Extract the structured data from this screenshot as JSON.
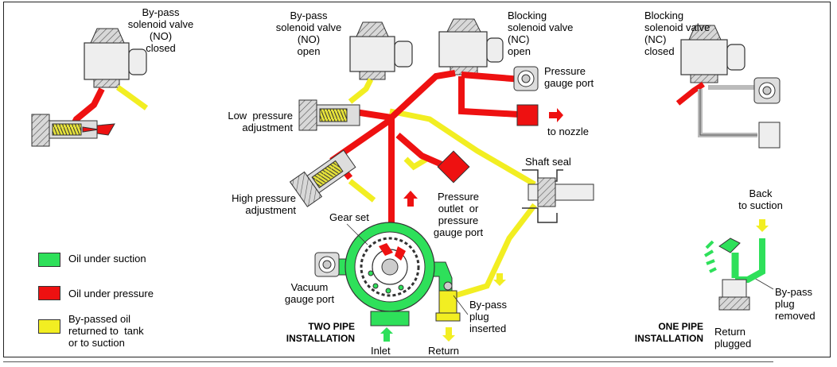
{
  "colors": {
    "suction": "#2ee05a",
    "pressure": "#ee1111",
    "bypass": "#f2ee22",
    "metal": "#cfcfcf",
    "outline": "#333333"
  },
  "labels": {
    "bypass_closed": "By-pass\nsolenoid valve\n(NO)\nclosed",
    "bypass_open": "By-pass\nsolenoid valve\n(NO)\nopen",
    "blocking_open": "Blocking\nsolenoid valve\n(NC)\nopen",
    "blocking_closed": "Blocking\nsolenoid valve\n(NC)\nclosed",
    "pressure_gauge_port": "Pressure\ngauge port",
    "to_nozzle": "to nozzle",
    "low_pressure": "Low  pressure\nadjustment",
    "high_pressure": "High pressure\nadjustment",
    "shaft_seal": "Shaft seal",
    "pressure_outlet": "Pressure\noutlet  or\npressure\ngauge port",
    "gear_set": "Gear set",
    "vacuum_gauge": "Vacuum\ngauge port",
    "bypass_plug_inserted": "By-pass\nplug\ninserted",
    "two_pipe": "TWO PIPE\nINSTALLATION",
    "inlet": "Inlet",
    "return": "Return",
    "back_to_suction": "Back\nto suction",
    "bypass_plug_removed": "By-pass\nplug\nremoved",
    "one_pipe": "ONE PIPE\nINSTALLATION",
    "return_plugged": "Return\nplugged"
  },
  "legend": [
    {
      "label": "Oil under suction",
      "color": "#2ee05a"
    },
    {
      "label": "Oil under pressure",
      "color": "#ee1111"
    },
    {
      "label": "By-passed oil\nreturned to  tank\nor to suction",
      "color": "#f2ee22"
    }
  ]
}
